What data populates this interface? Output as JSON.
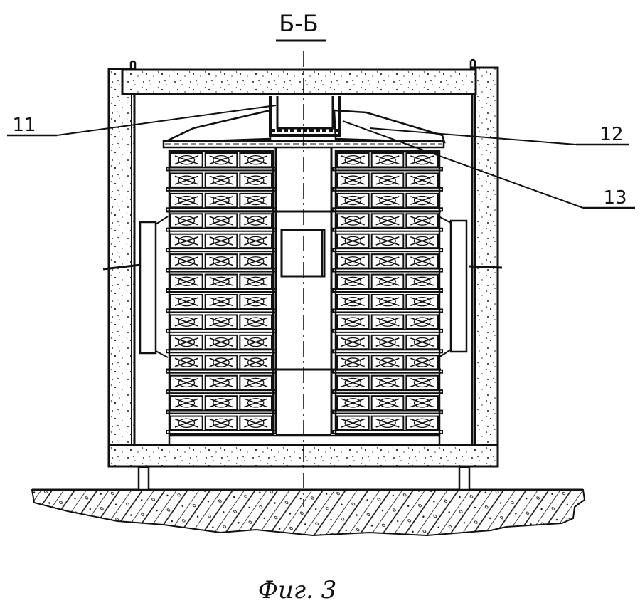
{
  "section_title": "Б-Б",
  "figure_caption": "Фиг. 3",
  "callouts": [
    {
      "id": "11",
      "label": "11"
    },
    {
      "id": "12",
      "label": "12"
    },
    {
      "id": "13",
      "label": "13"
    }
  ],
  "colors": {
    "ink": "#111111",
    "paper": "#ffffff"
  },
  "stack": {
    "rows": 14,
    "columns_per_side": 3
  }
}
